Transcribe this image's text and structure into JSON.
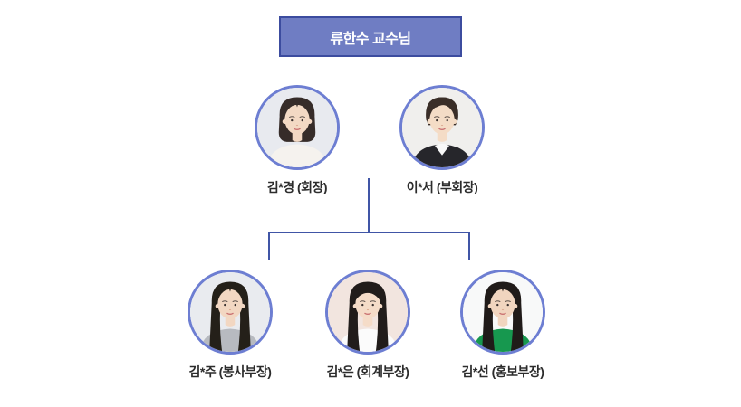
{
  "org_chart": {
    "root": {
      "label": "류한수 교수님"
    },
    "members_top": [
      {
        "name": "김*경 (회장)",
        "avatar": {
          "style": "female-bob",
          "bg": "#e8eaef",
          "hair": "#362c29",
          "top": "#f5f2ee",
          "skin": "#f3d9c4"
        }
      },
      {
        "name": "이*서 (부회장)",
        "avatar": {
          "style": "male-short",
          "bg": "#f0efed",
          "hair": "#3a2e28",
          "top": "#26262b",
          "shirt": "#f8f8f8",
          "skin": "#f4dcc6"
        }
      }
    ],
    "members_bottom": [
      {
        "name": "김*주 (봉사부장)",
        "avatar": {
          "style": "female-long",
          "bg": "#e9ebef",
          "hair": "#242019",
          "top": "#b7bac0",
          "skin": "#f2d7c2"
        }
      },
      {
        "name": "김*은 (회계부장)",
        "avatar": {
          "style": "female-long-bangs",
          "bg": "#f2e5df",
          "hair": "#211c1a",
          "top": "#fbfbfb",
          "skin": "#f5dcc8"
        }
      },
      {
        "name": "김*선 (홍보부장)",
        "avatar": {
          "style": "female-long",
          "bg": "#f8f9f9",
          "hair": "#201b19",
          "top": "#17984f",
          "skin": "#f1d5bf"
        }
      }
    ],
    "colors": {
      "box_fill": "#6f7dc3",
      "box_border": "#3c4c9f",
      "box_text": "#ffffff",
      "circle_border": "#6d7ed2",
      "connector": "#4055a6",
      "label_text": "#2c2c2c"
    }
  }
}
